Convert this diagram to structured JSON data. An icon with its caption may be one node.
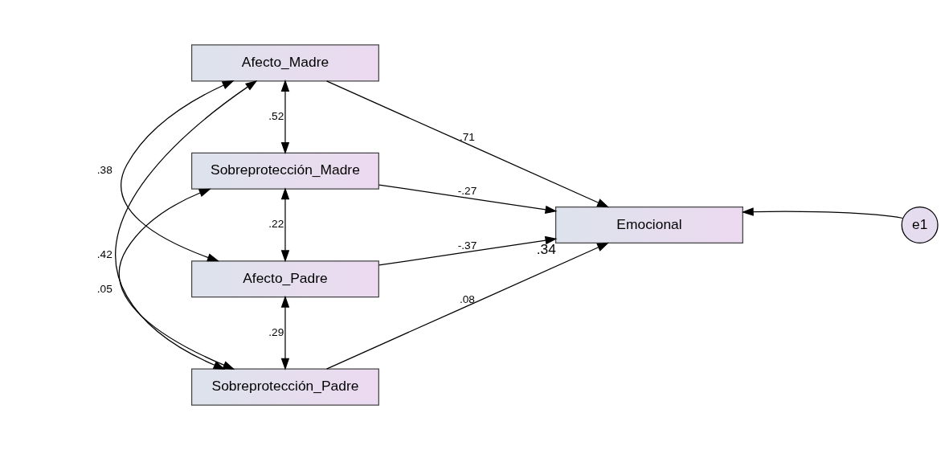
{
  "diagram": {
    "nodes": [
      {
        "text": [
          "Afecto_Madre"
        ]
      },
      {
        "text": [
          "Sobreprotección_Madre"
        ]
      },
      {
        "text": [
          "Afecto_Padre"
        ]
      },
      {
        "text": [
          "Sobreprotección_Padre"
        ]
      },
      {
        "text": [
          "Emocional"
        ],
        "beside": [
          ".34"
        ]
      },
      {
        "text": [
          "e1"
        ]
      }
    ],
    "edges": [
      {
        "from": 0,
        "to": 1,
        "arrow": "both",
        "label": ".52"
      },
      {
        "from": 0,
        "to": 2,
        "arrow": "both",
        "label": ".38"
      },
      {
        "from": 0,
        "to": 3,
        "arrow": "both",
        "label": ".05"
      },
      {
        "from": 1,
        "to": 2,
        "arrow": "both",
        "label": ".22"
      },
      {
        "from": 1,
        "to": 3,
        "arrow": "both",
        "label": ".42"
      },
      {
        "from": 2,
        "to": 3,
        "arrow": "both",
        "label": ".29"
      },
      {
        "from": 0,
        "to": 4,
        "arrow": "to",
        "label": ".71"
      },
      {
        "from": 1,
        "to": 4,
        "arrow": "to",
        "label": "-.27"
      },
      {
        "from": 2,
        "to": 4,
        "arrow": "to",
        "label": "-.37"
      },
      {
        "from": 3,
        "to": 4,
        "arrow": "to",
        "label": ".08"
      },
      {
        "from": 5,
        "to": 4,
        "arrow": "to"
      }
    ]
  }
}
